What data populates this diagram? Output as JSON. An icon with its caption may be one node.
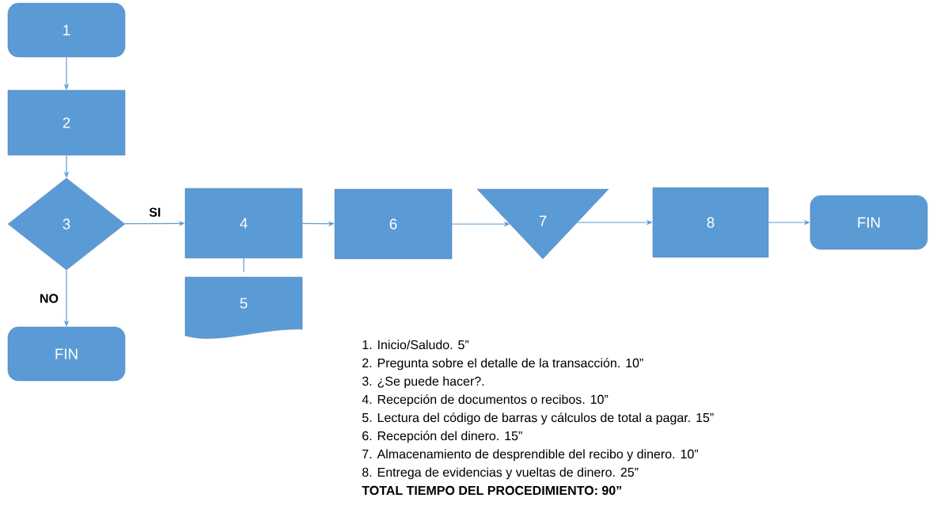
{
  "diagram": {
    "nodes": [
      {
        "text": [
          "1"
        ]
      },
      {
        "text": [
          "2"
        ]
      },
      {
        "text": [
          "3"
        ]
      },
      {
        "text": [
          "FIN"
        ]
      },
      {
        "text": [
          "4"
        ]
      },
      {
        "text": [
          "5"
        ]
      },
      {
        "text": [
          "6"
        ]
      },
      {
        "text": [
          "7"
        ]
      },
      {
        "text": [
          "8"
        ]
      },
      {
        "text": [
          "FIN"
        ]
      }
    ],
    "edges": [
      {
        "from": 0,
        "to": 1,
        "arrow": "to"
      },
      {
        "from": 1,
        "to": 2,
        "arrow": "to"
      },
      {
        "from": 2,
        "to": 3,
        "arrow": "to",
        "label": "NO"
      },
      {
        "from": 2,
        "to": 4,
        "arrow": "to",
        "label": "SI"
      },
      {
        "from": 4,
        "to": 5,
        "arrow": "none"
      },
      {
        "from": 4,
        "to": 6,
        "arrow": "to"
      },
      {
        "from": 6,
        "to": 7,
        "arrow": "to"
      },
      {
        "from": 7,
        "to": 8,
        "arrow": "to"
      },
      {
        "from": 8,
        "to": 9,
        "arrow": "to"
      }
    ],
    "labels": [
      "1. Inicio/Saludo. 5”",
      "2. Pregunta sobre el detalle de la transacción. 10”",
      "3. ¿Se puede hacer?.",
      "4. Recepción de documentos o recibos. 10”",
      "5. Lectura del código de barras y cálculos de total a pagar. 15”",
      "6. Recepción del dinero. 15”",
      "7. Almacenamiento de desprendible del recibo y dinero. 10”",
      "8. Entrega de evidencias y vueltas de dinero. 25”",
      "TOTAL TIEMPO DEL PROCEDIMIENTO: 90”"
    ]
  }
}
